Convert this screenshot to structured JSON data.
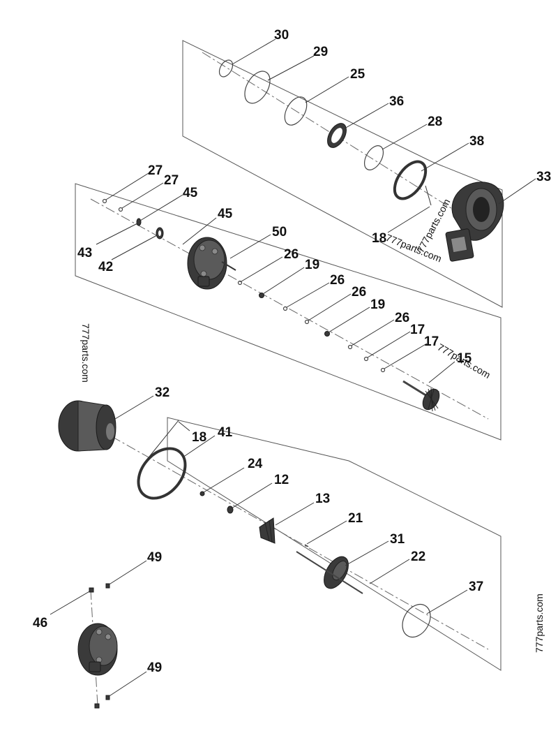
{
  "watermark": "777parts.com",
  "callouts": [
    "30",
    "29",
    "25",
    "36",
    "28",
    "38",
    "33",
    "27",
    "27",
    "45",
    "45",
    "43",
    "42",
    "50",
    "26",
    "19",
    "26",
    "26",
    "19",
    "26",
    "17",
    "17",
    "18",
    "15",
    "32",
    "18",
    "41",
    "24",
    "12",
    "13",
    "21",
    "31",
    "22",
    "37",
    "49",
    "46",
    "49"
  ]
}
